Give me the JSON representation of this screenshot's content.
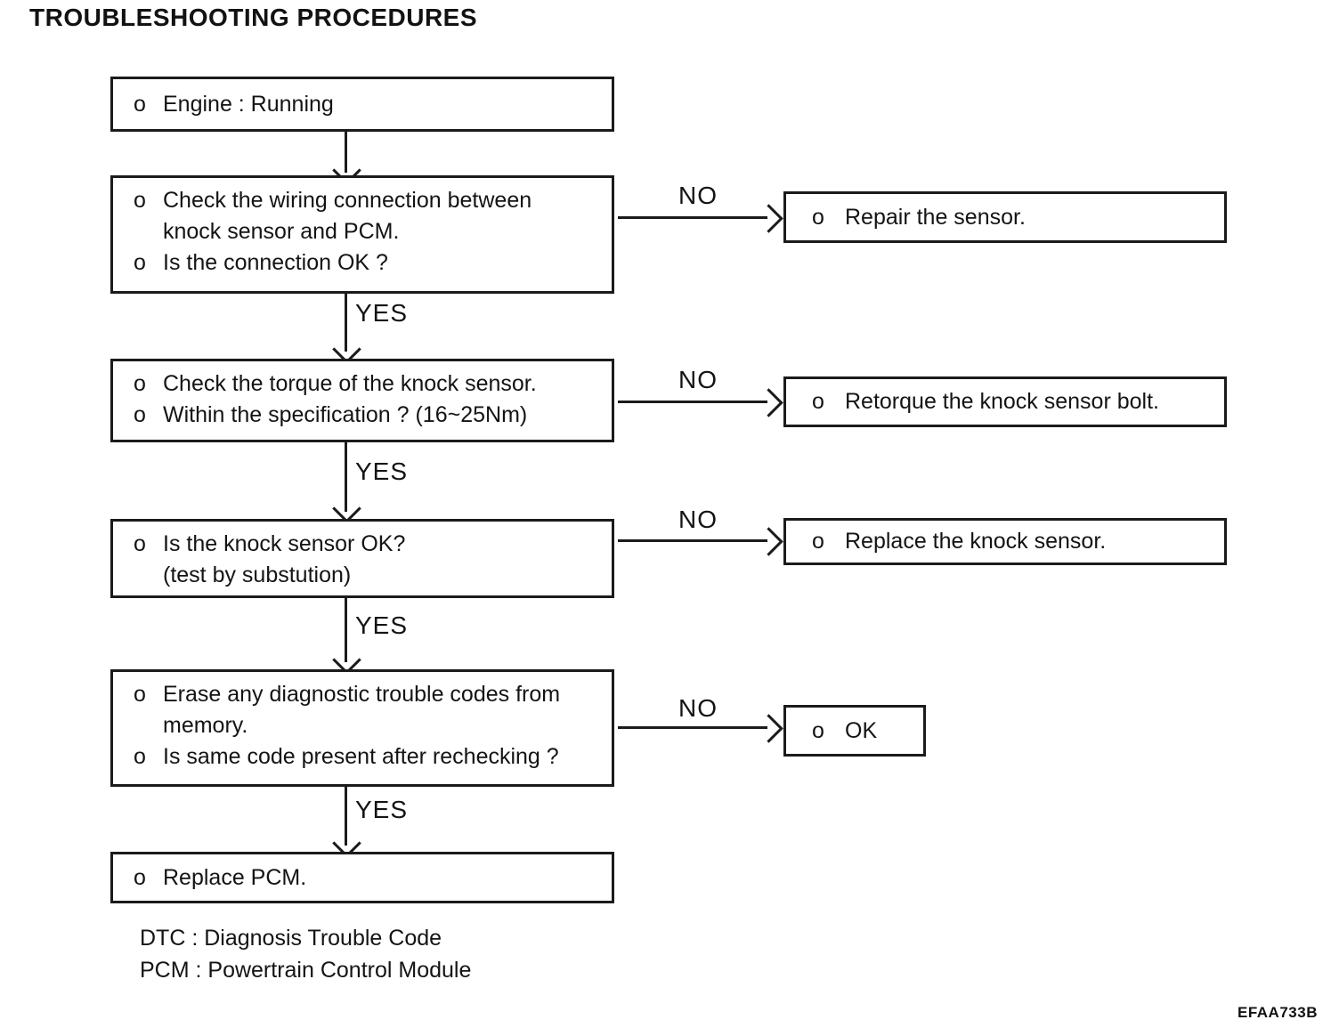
{
  "page": {
    "title": "TROUBLESHOOTING PROCEDURES",
    "figure_code": "EFAA733B"
  },
  "labels": {
    "bullet": "o",
    "yes": "YES",
    "no": "NO"
  },
  "steps": {
    "s1": {
      "i1": {
        "l1": "Engine : Running"
      }
    },
    "s2": {
      "i1": {
        "l1": "Check the wiring connection between",
        "l2": "knock sensor and PCM."
      },
      "i2": {
        "l1": "Is the connection OK ?"
      }
    },
    "s3": {
      "i1": {
        "l1": "Check the torque of the knock sensor."
      },
      "i2": {
        "l1": "Within the specification ? (16~25Nm)"
      }
    },
    "s4": {
      "i1": {
        "l1": "Is the knock sensor OK?",
        "l2": "(test by substution)"
      }
    },
    "s5": {
      "i1": {
        "l1": "Erase any diagnostic trouble codes from",
        "l2": "memory."
      },
      "i2": {
        "l1": "Is same code present after rechecking ?"
      }
    },
    "s6": {
      "i1": {
        "l1": "Replace PCM."
      }
    }
  },
  "actions": {
    "a1": "Repair the sensor.",
    "a2": "Retorque the knock sensor bolt.",
    "a3": "Replace the knock sensor.",
    "a4": "OK"
  },
  "footnotes": {
    "dtc": "DTC : Diagnosis Trouble Code",
    "pcm": "PCM : Powertrain Control Module"
  }
}
